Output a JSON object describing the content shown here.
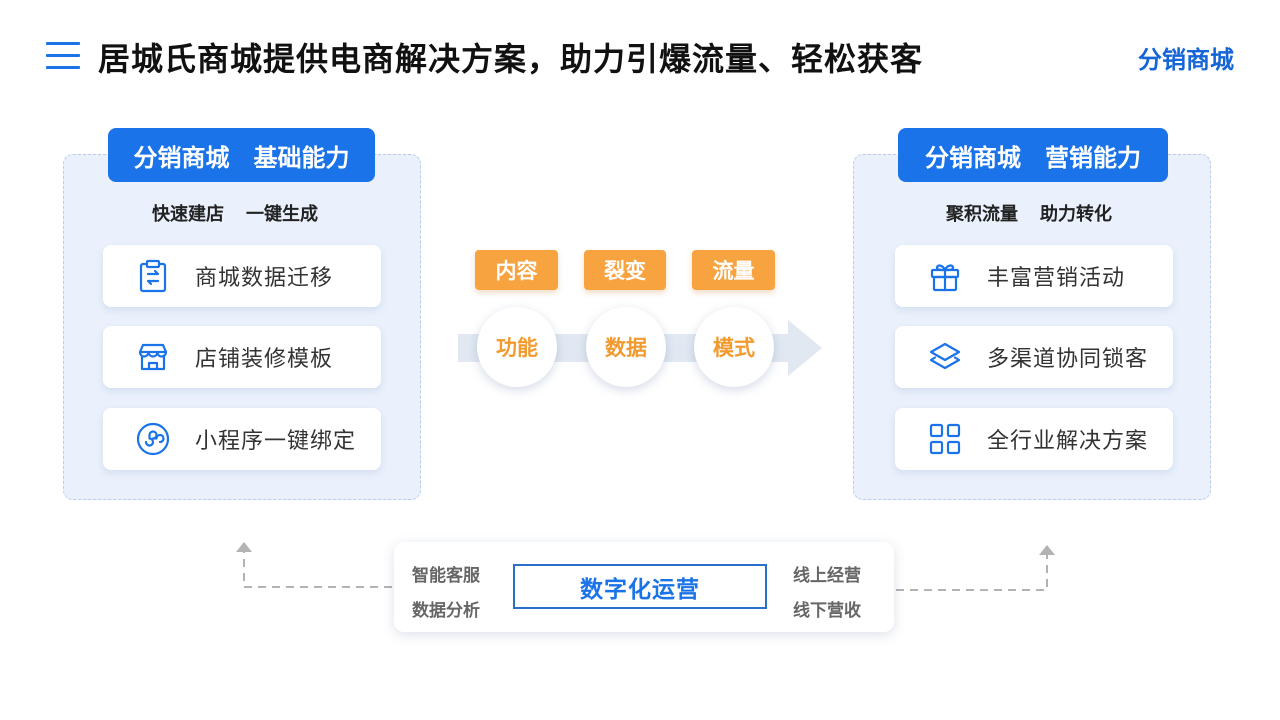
{
  "header": {
    "title": "居城氏商城提供电商解决方案，助力引爆流量、轻松获客",
    "brand": "分销商城"
  },
  "left_panel": {
    "header_a": "分销商城",
    "header_b": "基础能力",
    "sub_a": "快速建店",
    "sub_b": "一键生成",
    "items": [
      {
        "label": "商城数据迁移",
        "icon": "data-migration-icon"
      },
      {
        "label": "店铺装修模板",
        "icon": "storefront-icon"
      },
      {
        "label": "小程序一键绑定",
        "icon": "mini-program-icon"
      }
    ]
  },
  "right_panel": {
    "header_a": "分销商城",
    "header_b": "营销能力",
    "sub_a": "聚积流量",
    "sub_b": "助力转化",
    "items": [
      {
        "label": "丰富营销活动",
        "icon": "gift-icon"
      },
      {
        "label": "多渠道协同锁客",
        "icon": "layers-icon"
      },
      {
        "label": "全行业解决方案",
        "icon": "grid-icon"
      }
    ]
  },
  "middle": {
    "tags": [
      "内容",
      "裂变",
      "流量"
    ],
    "circles": [
      "功能",
      "数据",
      "模式"
    ]
  },
  "operations": {
    "left_top": "智能客服",
    "left_bottom": "数据分析",
    "center": "数字化运营",
    "right_top": "线上经营",
    "right_bottom": "线下营收"
  },
  "colors": {
    "primary_blue": "#1a73e8",
    "accent_orange": "#f7a340",
    "panel_bg": "#eaf1fc"
  }
}
